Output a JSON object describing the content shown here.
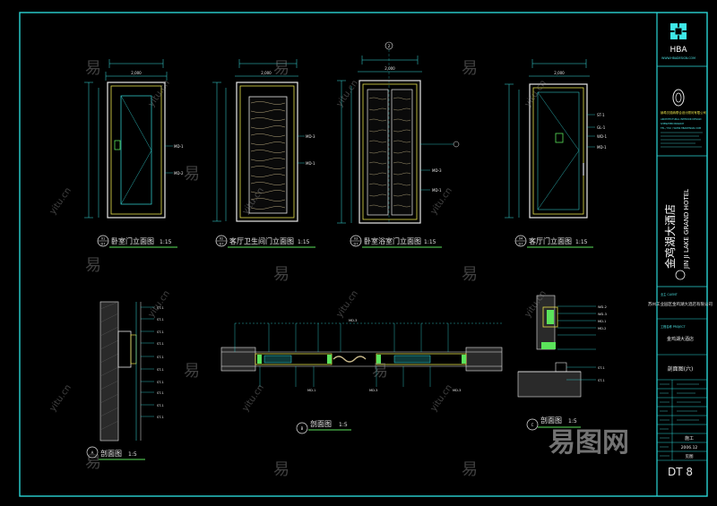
{
  "title_block": {
    "logo_text": "HBA",
    "logo_subtext": "WWW.HBADESIGN.COM",
    "firm_name": "赫希贝德纳联合设计顾问有限公司",
    "firm_address_lines": [
      "ARCHITECTURAL INTERIOR DESIGN",
      "SHENZHEN BRANCH",
      "TEL / FAX / WWW.HBADESIGN.COM"
    ],
    "project_name_cn": "金鸡湖大酒店",
    "project_name_en": "JIN JI LAKE GRAND HOTEL",
    "client_label": "业主 CLIENT",
    "client": "苏州工业园区金鸡湖大酒店有限公司",
    "project_label": "工程名称 PROJECT",
    "project": "金鸡湖大酒店",
    "drawing_title": "剖面图(六)",
    "stage": "施工",
    "date": "2006.12",
    "scale": "见图",
    "sheet_no": "DT 8"
  },
  "views": [
    {
      "id": "v1",
      "num": "01",
      "sheet": "D7",
      "title": "卧室门立面图",
      "scale": "1:15"
    },
    {
      "id": "v2",
      "num": "02",
      "sheet": "D7",
      "title": "客厅卫生间门立面图",
      "scale": "1:15"
    },
    {
      "id": "v3",
      "num": "03",
      "sheet": "D7",
      "title": "卧室浴室门立面图",
      "scale": "1:15"
    },
    {
      "id": "v4",
      "num": "04",
      "sheet": "D7",
      "title": "客厅门立面图",
      "scale": "1:15"
    },
    {
      "id": "s1",
      "num": "A",
      "sheet": "D7",
      "title": "剖面图",
      "scale": "1:5"
    },
    {
      "id": "s2",
      "num": "B",
      "sheet": "",
      "title": "剖面图",
      "scale": "1:5"
    },
    {
      "id": "s3",
      "num": "C",
      "sheet": "",
      "title": "剖面图",
      "scale": "1:5"
    }
  ],
  "dimensions": {
    "door_width": "2,000",
    "door_height": "2,100",
    "section_marker": "2"
  },
  "tag_labels": [
    "MD-1",
    "MD-2",
    "MD-3",
    "ST-1",
    "GL-1",
    "WD-1",
    "WD-2",
    "WD-3"
  ],
  "watermarks": [
    "易",
    "yitu.cn",
    "易图网"
  ],
  "colors": {
    "background": "#000000",
    "frame": "#2ad4d4",
    "line_cyan": "#36e0e0",
    "line_white": "#e8e8e8",
    "line_green": "#5be35b",
    "line_yellow": "#e6e04a",
    "wood": "#c9b98a",
    "text_cyan": "#4de6e6",
    "watermark": "#8f8f8f"
  }
}
